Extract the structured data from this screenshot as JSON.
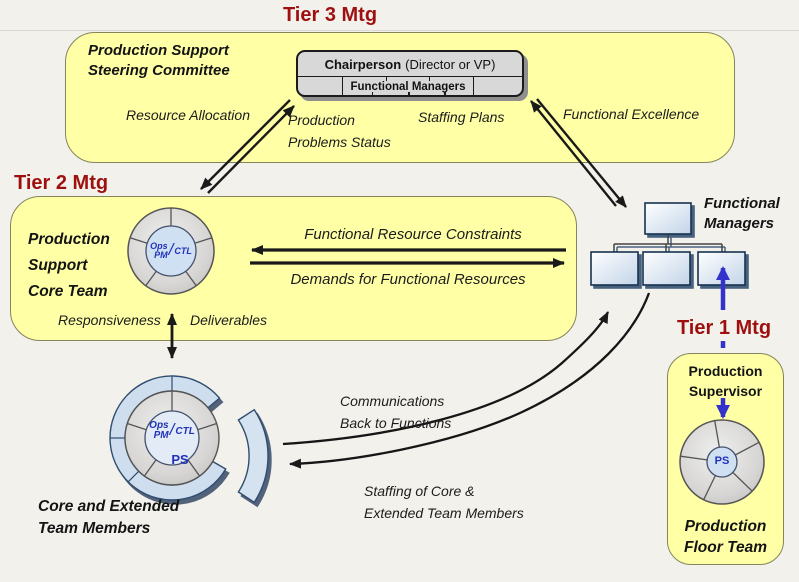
{
  "colors": {
    "background": "#f2f1ec",
    "panel_yellow": "#ffffa6",
    "tier_title_red": "#9e1010",
    "arrow_black": "#1a1a1a",
    "arrow_blue": "#3333cc",
    "wheel_text_blue": "#2233bb",
    "chair_box_gray": "#d8d8d8",
    "org_box_fill": "#d9e6f3",
    "ring_blue": "#cfdeee"
  },
  "tier3": {
    "title": "Tier 3 Mtg",
    "committee": "Production Support\nSteering Committee",
    "chairperson_bold": "Chairperson",
    "chairperson_rest": "(Director or VP)",
    "functional_managers_cell": "Functional Managers",
    "resource_allocation": "Resource Allocation",
    "production_problems": "Production\nProblems Status",
    "staffing_plans": "Staffing Plans",
    "functional_excellence": "Functional Excellence"
  },
  "tier2": {
    "title": "Tier 2 Mtg",
    "core_team": "Production\nSupport\nCore Team",
    "constraints": "Functional Resource Constraints",
    "demands": "Demands for Functional Resources",
    "responsiveness": "Responsiveness",
    "deliverables": "Deliverables",
    "wheel": {
      "ops": "Ops",
      "pm": "PM",
      "slash": "/",
      "ctl": "CTL"
    }
  },
  "functional_managers_label": "Functional\nManagers",
  "tier1": {
    "title": "Tier 1 Mtg",
    "supervisor": "Production\nSupervisor",
    "ps": "PS",
    "floor_team": "Production\nFloor Team"
  },
  "core_extended": {
    "label": "Core and Extended\nTeam Members",
    "wheel": {
      "ops": "Ops",
      "pm": "PM",
      "slash": "/",
      "ctl": "CTL"
    },
    "ps": "PS"
  },
  "flows": {
    "communications": "Communications\nBack to Functions",
    "staffing": "Staffing of Core &\nExtended Team Members"
  }
}
